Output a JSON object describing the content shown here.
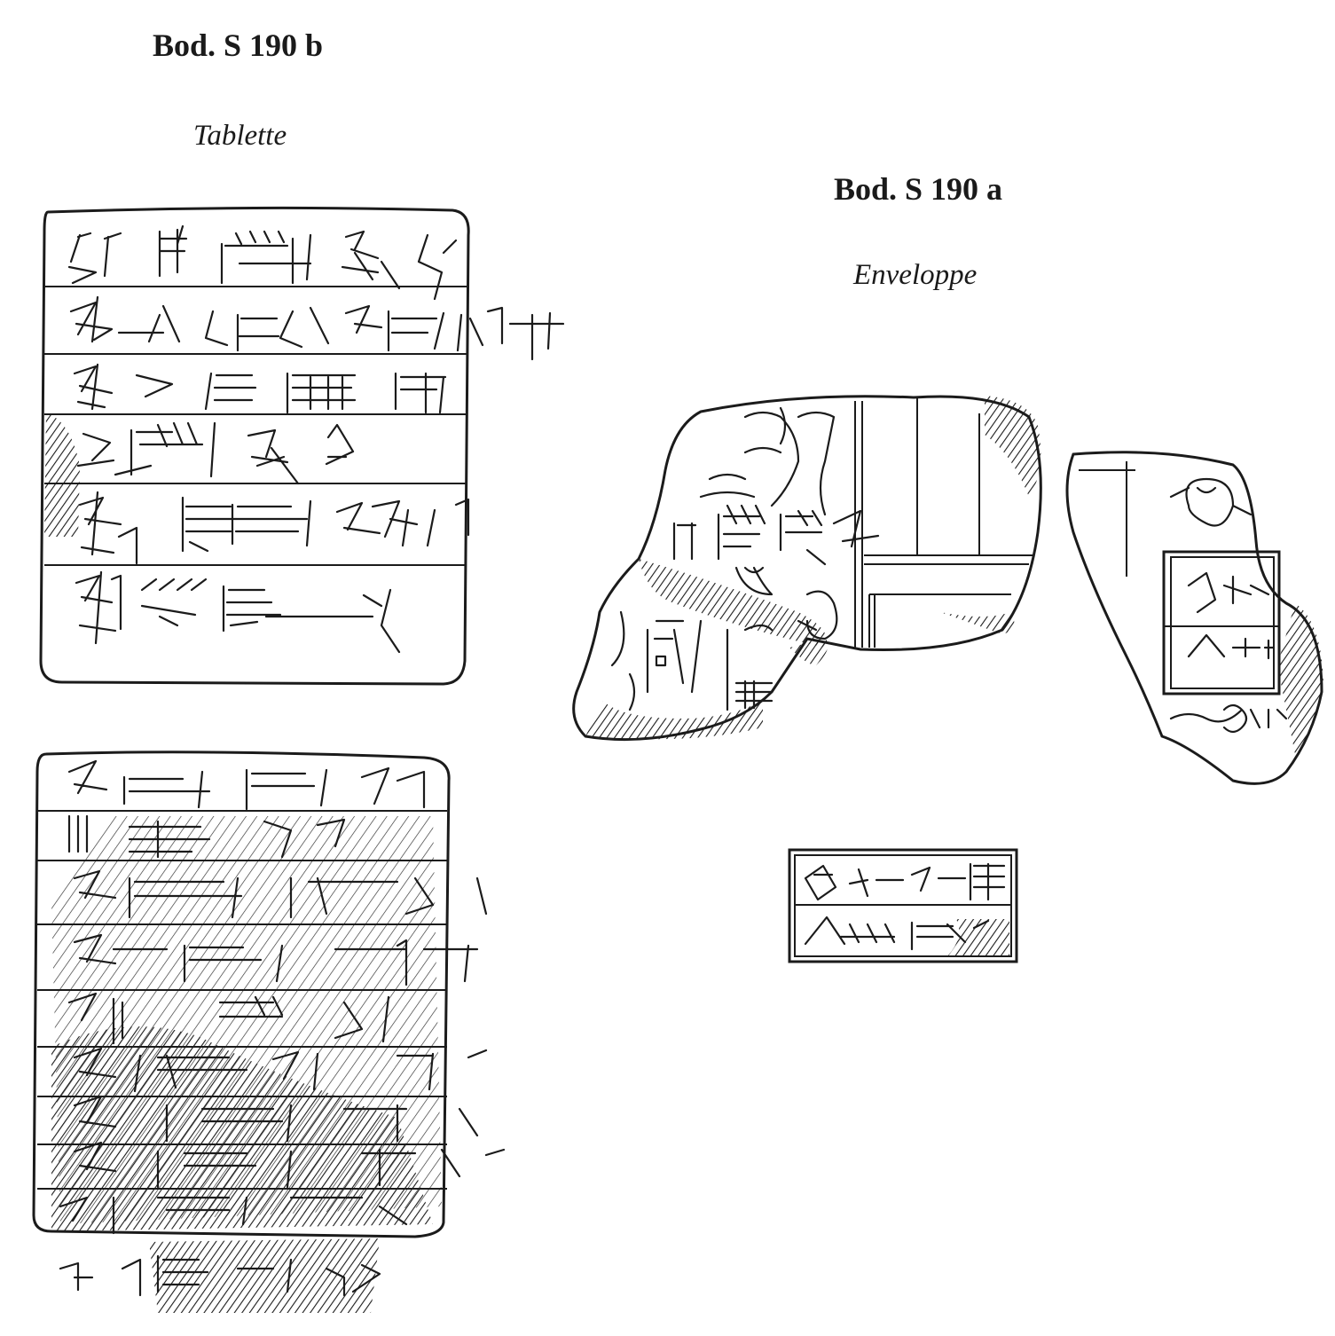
{
  "tablet": {
    "heading": "Bod. S 190 b",
    "subheading": "Tablette"
  },
  "envelope": {
    "heading": "Bod. S 190 a",
    "subheading": "Enveloppe"
  }
}
